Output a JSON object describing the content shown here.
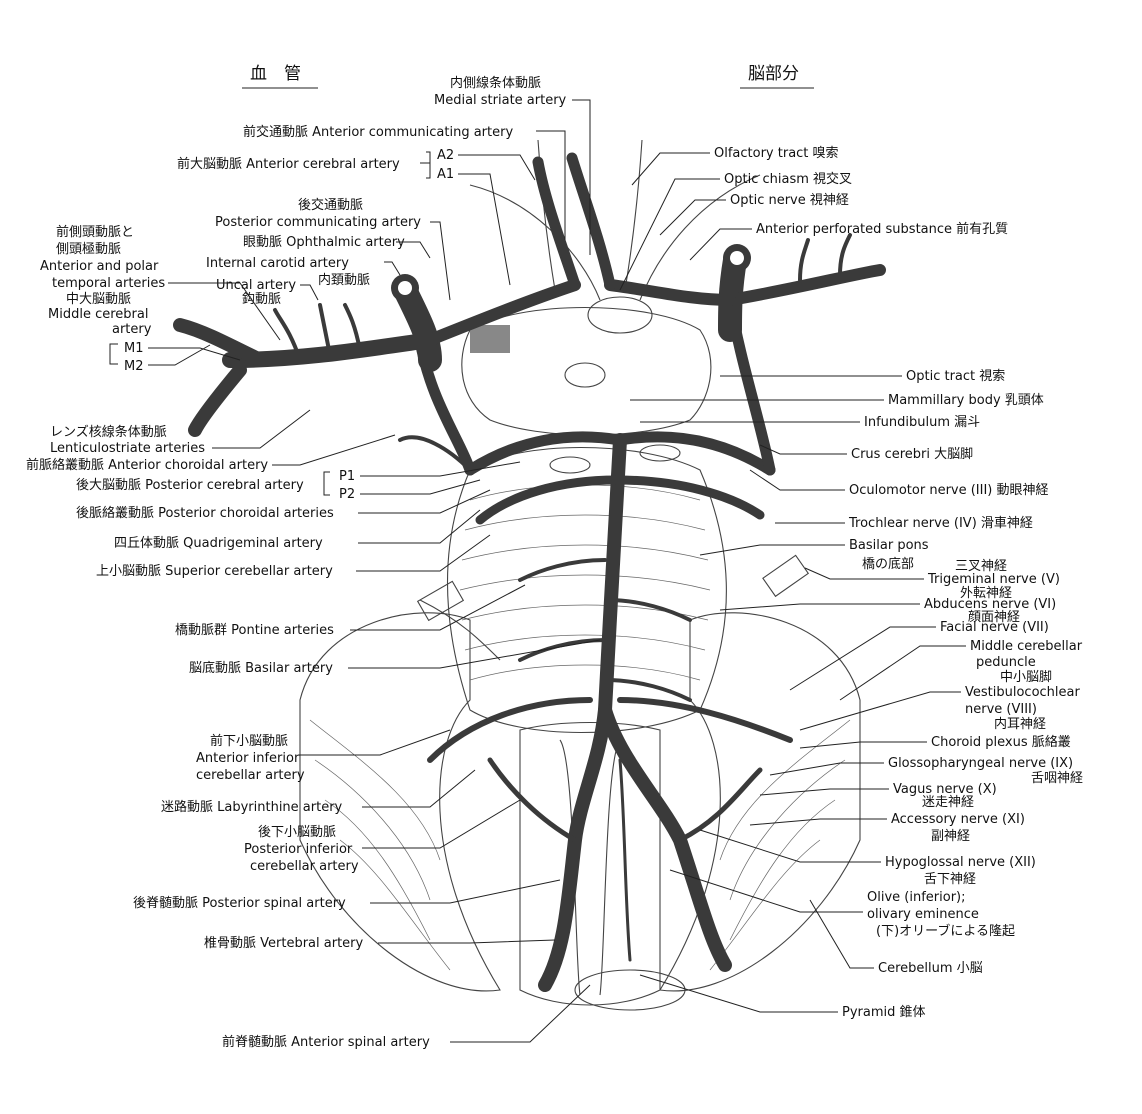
{
  "headers": {
    "left": "血　管",
    "right": "脳部分"
  },
  "labels": {
    "medial_striate_jp": "内側線条体動脈",
    "medial_striate_en": "Medial striate artery",
    "ant_communicating": "前交通動脈 Anterior communicating artery",
    "ant_cerebral": "前大脳動脈 Anterior cerebral artery",
    "a2": "A2",
    "a1": "A1",
    "post_comm_jp": "後交通動脈",
    "post_comm_en": "Posterior communicating artery",
    "ophthalmic": "眼動脈 Ophthalmic artery",
    "internal_carotid": "Internal carotid artery",
    "internal_carotid_jp": "内頚動脈",
    "uncal_en": "Uncal artery",
    "uncal_jp": "鈎動脈",
    "ant_polar_jp1": "前側頭動脈と",
    "ant_polar_jp2": "側頭極動脈",
    "ant_polar_en1": "Anterior and polar",
    "ant_polar_en2": "temporal arteries",
    "mca_jp": "中大脳動脈",
    "mca_en1": "Middle cerebral",
    "mca_en2": "artery",
    "m1": "M1",
    "m2": "M2",
    "lenticulo_jp": "レンズ核線条体動脈",
    "lenticulo_en": "Lenticulostriate arteries",
    "ant_choroidal": "前脈絡叢動脈 Anterior choroidal artery",
    "post_cerebral": "後大脳動脈 Posterior cerebral artery",
    "p1": "P1",
    "p2": "P2",
    "post_choroidal": "後脈絡叢動脈 Posterior choroidal arteries",
    "quadrigeminal": "四丘体動脈 Quadrigeminal artery",
    "sup_cerebellar": "上小脳動脈 Superior cerebellar artery",
    "pontine": "橋動脈群 Pontine arteries",
    "basilar": "脳底動脈 Basilar artery",
    "aica_jp": "前下小脳動脈",
    "aica_en1": "Anterior inferior",
    "aica_en2": "cerebellar artery",
    "labyrinthine": "迷路動脈 Labyrinthine artery",
    "pica_jp": "後下小脳動脈",
    "pica_en1": "Posterior inferior",
    "pica_en2": "cerebellar artery",
    "post_spinal": "後脊髄動脈 Posterior spinal artery",
    "vertebral": "椎骨動脈 Vertebral artery",
    "ant_spinal": "前脊髄動脈 Anterior spinal artery",
    "olfactory": "Olfactory tract 嗅索",
    "optic_chiasm": "Optic chiasm 視交叉",
    "optic_nerve": "Optic nerve 視神経",
    "ant_perforated": "Anterior perforated substance 前有孔質",
    "optic_tract": "Optic tract 視索",
    "mammillary": "Mammillary body 乳頭体",
    "infundibulum": "Infundibulum 漏斗",
    "crus": "Crus cerebri 大脳脚",
    "oculomotor": "Oculomotor nerve (III) 動眼神経",
    "trochlear": "Trochlear nerve (IV) 滑車神経",
    "basilar_pons": "Basilar pons",
    "basilar_pons_jp": "橋の底部",
    "trigeminal_jp": "三叉神経",
    "trigeminal": "Trigeminal nerve (V)",
    "abducens_jp": "外転神経",
    "abducens": "Abducens nerve (VI)",
    "facial_jp": "顔面神経",
    "facial": "Facial nerve (VII)",
    "mcp1": "Middle cerebellar",
    "mcp2": "peduncle",
    "mcp_jp": "中小脳脚",
    "vestibulo1": "Vestibulocochlear",
    "vestibulo2": "nerve (VIII)",
    "vestibulo_jp": "内耳神経",
    "choroid_plexus": "Choroid plexus 脈絡叢",
    "glosso": "Glossopharyngeal nerve (IX)",
    "glosso_jp": "舌咽神経",
    "vagus": "Vagus nerve (X)",
    "vagus_jp": "迷走神経",
    "accessory": "Accessory nerve (XI)",
    "accessory_jp": "副神経",
    "hypoglossal": "Hypoglossal nerve (XII)",
    "hypoglossal_jp": "舌下神経",
    "olive1": "Olive (inferior);",
    "olive2": "olivary eminence",
    "olive_jp": "(下)オリーブによる隆起",
    "cerebellum": "Cerebellum 小脳",
    "pyramid": "Pyramid 錐体"
  },
  "colors": {
    "vessel": "#3a3a3a",
    "line": "#222222",
    "background": "#ffffff"
  }
}
